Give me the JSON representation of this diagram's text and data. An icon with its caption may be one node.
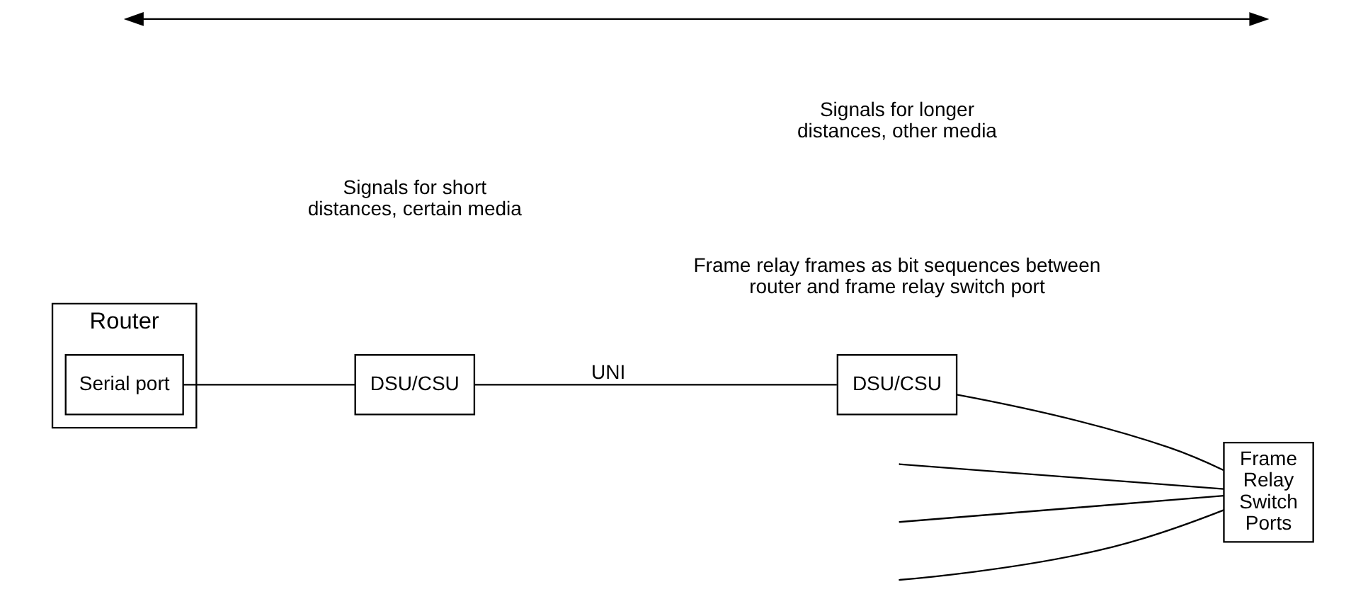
{
  "diagram": {
    "nodes": [
      {
        "text": [
          "Router"
        ]
      },
      {
        "text": [
          "Serial port"
        ],
        "in": 0
      },
      {
        "text": [
          "DSU/CSU"
        ]
      },
      {
        "text": [
          "DSU/CSU"
        ]
      },
      {
        "text": [
          "Frame Relay Switch Ports"
        ]
      }
    ],
    "edges": [
      {
        "from": 1,
        "to": 2,
        "arrow": "none"
      },
      {
        "from": 2,
        "to": 3,
        "arrow": "none",
        "label": "UNI"
      },
      {
        "from": 3,
        "to": 4,
        "arrow": "none"
      },
      {
        "from": null,
        "to": 4,
        "arrow": "none"
      },
      {
        "from": null,
        "to": 4,
        "arrow": "none"
      },
      {
        "from": null,
        "to": 4,
        "arrow": "none"
      }
    ],
    "labels": [
      "Signals for short distances, certain media",
      "Signals for longer distances, other media",
      "Frame relay frames as bit sequences between router and frame relay switch port"
    ]
  }
}
